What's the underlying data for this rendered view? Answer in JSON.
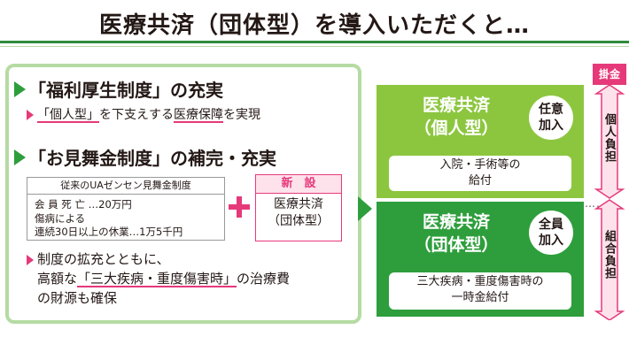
{
  "title": "医療共済（団体型）を導入いただくと…",
  "left": {
    "heading1": "「福利厚生制度」の充実",
    "sub1_a": "「個人型」",
    "sub1_b": "を下支えする",
    "sub1_c": "医療保障",
    "sub1_d": "を実現",
    "heading2": "「お見舞金制度」の補完・充実",
    "ua_box": {
      "header": "従来のUAゼンセン見舞金制度",
      "line1": "会 員 死 亡 …20万円",
      "line2": "傷病による",
      "line3": "連続30日以上の休業…1万5千円"
    },
    "new_box": {
      "header": "新　設",
      "line1": "医療共済",
      "line2": "（団体型）"
    },
    "note_line1": "制度の拡充とともに、",
    "note_line2_a": "高額な",
    "note_line2_b": "「三大疾病・重度傷害時」",
    "note_line2_c": "の治療費",
    "note_line3": "の財源も確保"
  },
  "right": {
    "top": {
      "title1": "医療共済",
      "title2": "（個人型）",
      "badge1": "任意",
      "badge2": "加入",
      "desc1": "入院・手術等の",
      "desc2": "給付"
    },
    "bottom": {
      "title1": "医療共済",
      "title2": "（団体型）",
      "badge1": "全員",
      "badge2": "加入",
      "desc1": "三大疾病・重度傷害時の",
      "desc2": "一時金給付"
    },
    "dots": "……",
    "side_header": "掛金",
    "side_upper": "個人負担",
    "side_lower": "組合負担"
  },
  "colors": {
    "green_dark": "#2e9e3c",
    "green_light": "#8cc63f",
    "pink": "#e6397a",
    "panel_border": "#b5dba3"
  }
}
